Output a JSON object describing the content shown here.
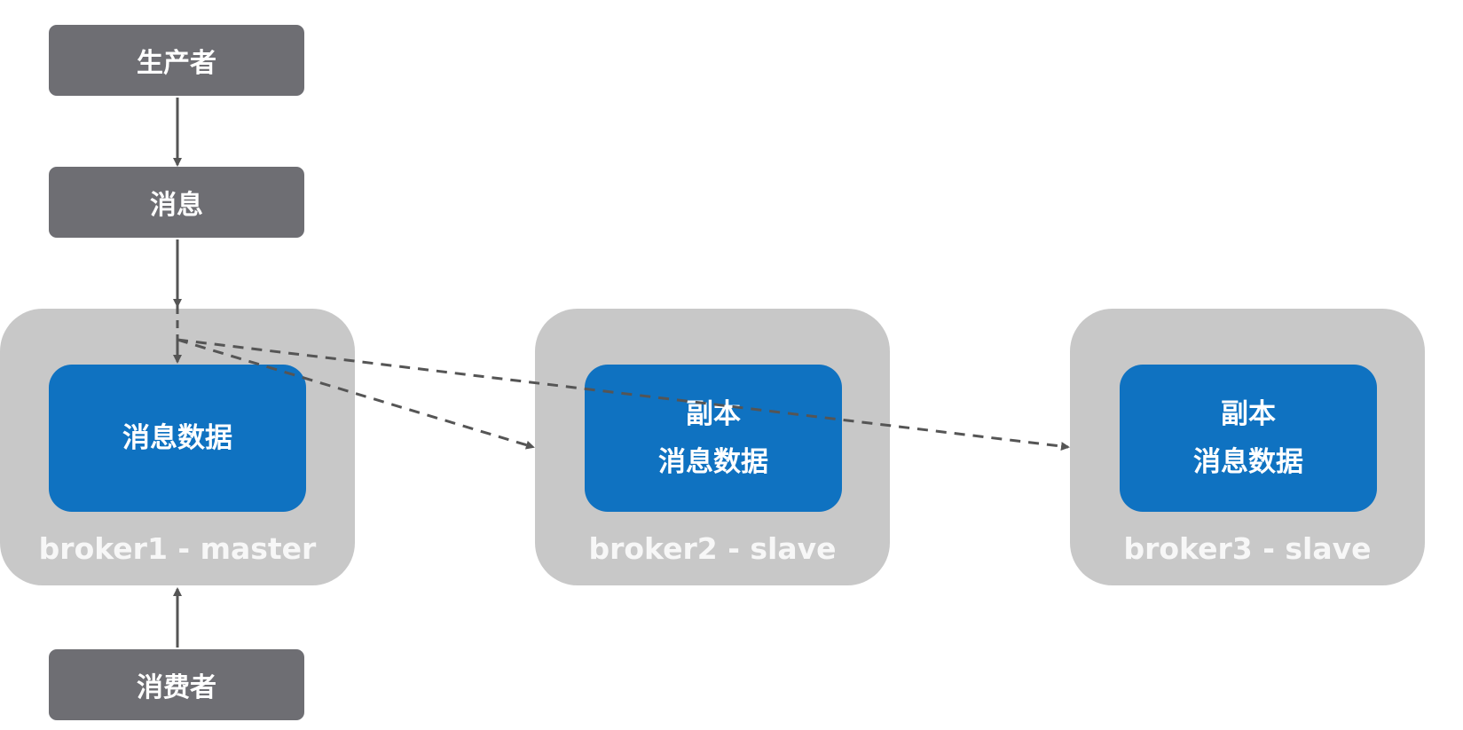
{
  "producer": {
    "label": "生产者"
  },
  "message": {
    "label": "消息"
  },
  "consumer": {
    "label": "消费者"
  },
  "brokers": [
    {
      "label": "broker1 - master",
      "inner_lines": [
        "消息数据"
      ]
    },
    {
      "label": "broker2 - slave",
      "inner_lines": [
        "副本",
        "消息数据"
      ]
    },
    {
      "label": "broker3 - slave",
      "inner_lines": [
        "副本",
        "消息数据"
      ]
    }
  ],
  "colors": {
    "gray_node": "#6e6e73",
    "broker_bg": "#c8c8c8",
    "blue_node": "#0f72c1",
    "arrow": "#555555"
  }
}
